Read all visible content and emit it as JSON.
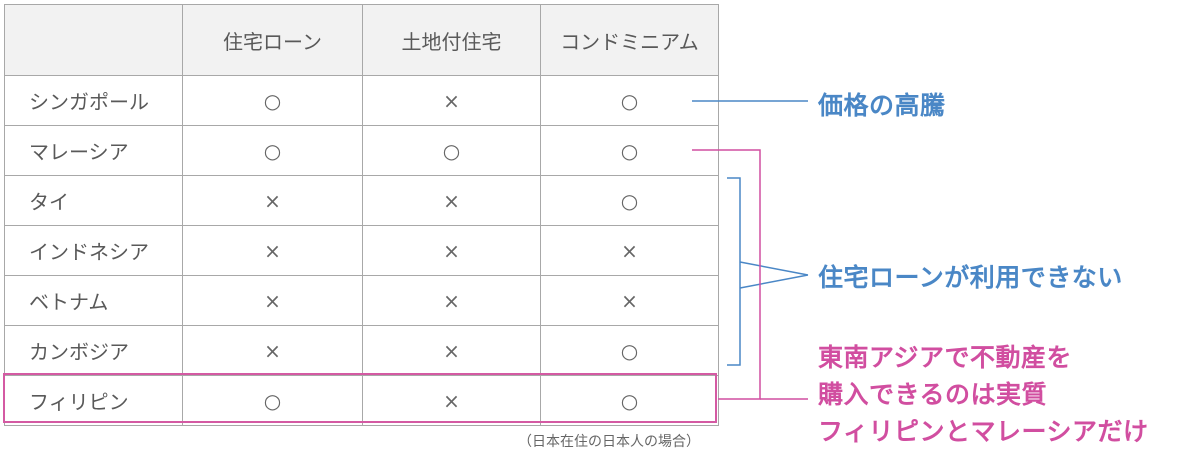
{
  "table": {
    "headers": [
      "",
      "住宅ローン",
      "土地付住宅",
      "コンドミニアム"
    ],
    "rows": [
      {
        "country": "シンガポール",
        "marks": [
          "○",
          "×",
          "○"
        ]
      },
      {
        "country": "マレーシア",
        "marks": [
          "○",
          "○",
          "○"
        ]
      },
      {
        "country": "タイ",
        "marks": [
          "×",
          "×",
          "○"
        ]
      },
      {
        "country": "インドネシア",
        "marks": [
          "×",
          "×",
          "×"
        ]
      },
      {
        "country": "ベトナム",
        "marks": [
          "×",
          "×",
          "×"
        ]
      },
      {
        "country": "カンボジア",
        "marks": [
          "×",
          "×",
          "○"
        ]
      },
      {
        "country": "フィリピン",
        "marks": [
          "○",
          "×",
          "○"
        ]
      }
    ]
  },
  "footnote": "（日本在住の日本人の場合）",
  "callouts": {
    "price": "価格の高騰",
    "no_loan": "住宅ローンが利用できない",
    "purchase": [
      "東南アジアで不動産を",
      "購入できるのは実質",
      "フィリピンとマレーシアだけ"
    ]
  },
  "colors": {
    "blue": "#4a87c6",
    "pink": "#d14ea0",
    "border": "#a8a8a8",
    "header_bg": "#f2f2f2"
  }
}
